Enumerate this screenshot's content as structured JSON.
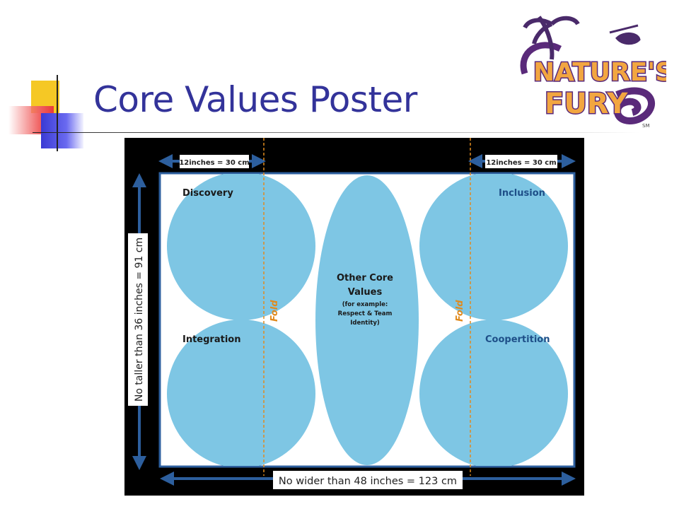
{
  "slide": {
    "title": "Core Values Poster"
  },
  "logo": {
    "text": "NATURE'S FURY",
    "mark": "SM"
  },
  "poster": {
    "width_label_left": "12inches = 30 cm",
    "width_label_right": "12inches = 30 cm",
    "height_label": "No taller than 36 inches = 91 cm",
    "bottom_label": "No wider than 48 inches = 123 cm",
    "fold_label": "Fold",
    "sections": {
      "top_left": "Discovery",
      "top_right": "Inclusion",
      "bottom_left": "Integration",
      "bottom_right": "Coopertition",
      "center_title_line1": "Other Core",
      "center_title_line2": "Values",
      "center_note_line1": "(for example:",
      "center_note_line2": "Respect & Team",
      "center_note_line3": "Identity)"
    },
    "colors": {
      "background": "#000000",
      "panel": "#ffffff",
      "circle": "#7ec6e4",
      "border": "#2d5f9e",
      "fold": "#e08a1e"
    }
  }
}
